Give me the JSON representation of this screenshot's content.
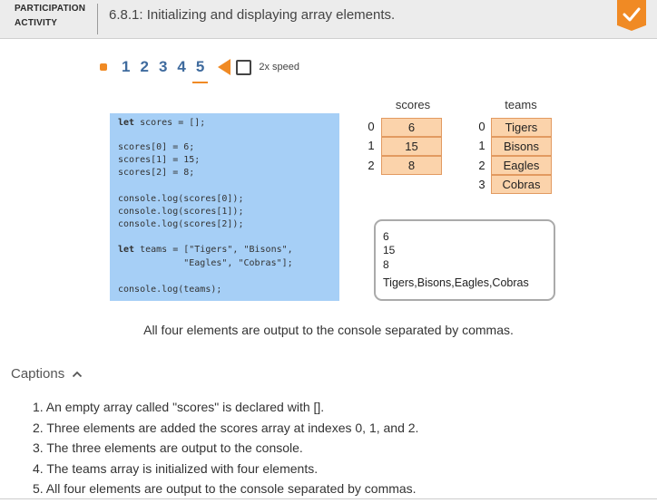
{
  "header": {
    "activity_label_line1": "PARTICIPATION",
    "activity_label_line2": "ACTIVITY",
    "title": "6.8.1: Initializing and displaying array elements.",
    "completed_icon": "checkmark-icon",
    "accent_color": "#f08a24"
  },
  "controls": {
    "steps": [
      "1",
      "2",
      "3",
      "4",
      "5"
    ],
    "current_step": 5,
    "speed_label": "2x speed",
    "speed_checked": false,
    "back_icon": "back-triangle-icon"
  },
  "code": {
    "background": "#a6cff6",
    "lines": [
      {
        "kw": "let",
        "text": " scores = [];"
      },
      {
        "text": "scores[0] = 6;"
      },
      {
        "text": "scores[1] = 15;"
      },
      {
        "text": "scores[2] = 8;"
      },
      {
        "text": "console.log(scores[0]);"
      },
      {
        "text": "console.log(scores[1]);"
      },
      {
        "text": "console.log(scores[2]);"
      },
      {
        "kw": "let",
        "text": " teams = [\"Tigers\", \"Bisons\","
      },
      {
        "text": "            \"Eagles\", \"Cobras\"];"
      },
      {
        "text": "console.log(teams);"
      }
    ]
  },
  "arrays": {
    "scores": {
      "label": "scores",
      "indexes": [
        "0",
        "1",
        "2"
      ],
      "values": [
        "6",
        "15",
        "8"
      ]
    },
    "teams": {
      "label": "teams",
      "indexes": [
        "0",
        "1",
        "2",
        "3"
      ],
      "values": [
        "Tigers",
        "Bisons",
        "Eagles",
        "Cobras"
      ]
    },
    "cell_color": "#fbd3ab"
  },
  "console": {
    "lines": [
      "6",
      "15",
      "8",
      "Tigers,Bisons,Eagles,Cobras"
    ]
  },
  "step_caption": "All four elements are output to the console separated by commas.",
  "captions": {
    "toggle_label": "Captions",
    "items": [
      "1. An empty array called \"scores\" is declared with [].",
      "2. Three elements are added the scores array at indexes 0, 1, and 2.",
      "3. The three elements are output to the console.",
      "4. The teams array is initialized with four elements.",
      "5. All four elements are output to the console separated by commas."
    ]
  }
}
